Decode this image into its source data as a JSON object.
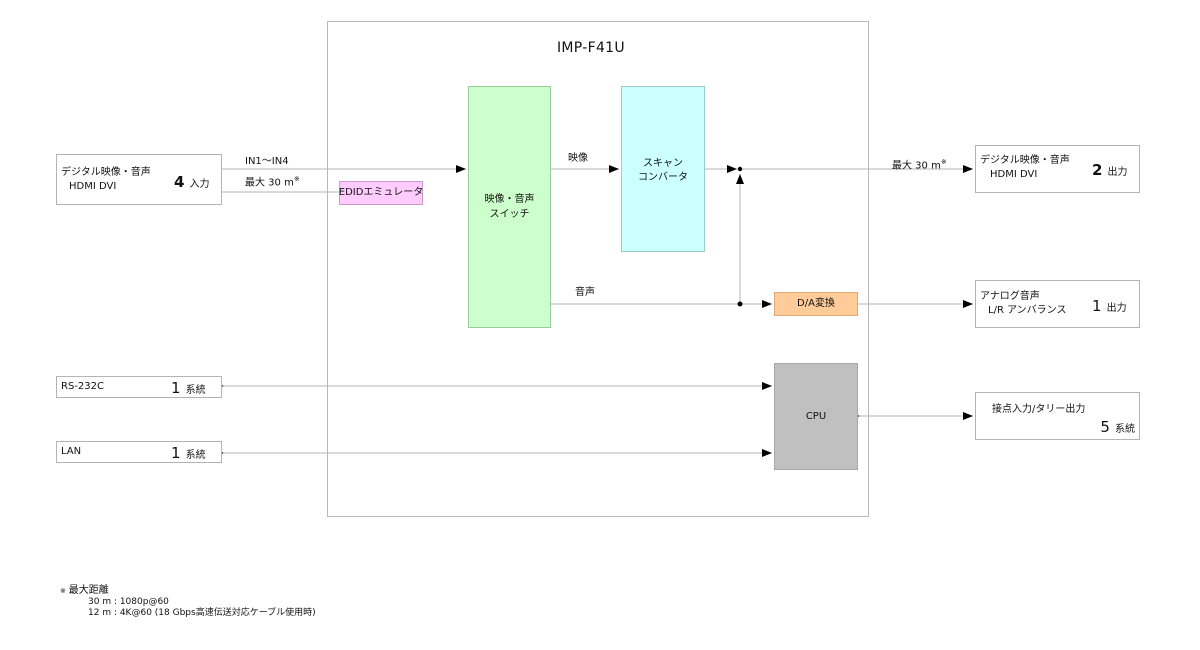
{
  "device": {
    "title": "IMP-F41U"
  },
  "inputs": {
    "hdmi_in": {
      "line1": "デジタル映像・音声",
      "line2": "HDMI  DVI",
      "count": "4",
      "unit": "入力"
    },
    "rs232c": {
      "name": "RS-232C",
      "count": "1",
      "unit": "系統"
    },
    "lan": {
      "name": "LAN",
      "count": "1",
      "unit": "系統"
    }
  },
  "outputs": {
    "hdmi_out": {
      "line1": "デジタル映像・音声",
      "line2": "HDMI  DVI",
      "count": "2",
      "unit": "出力"
    },
    "analog_audio": {
      "line1": "アナログ音声",
      "line2": "L/R アンバランス",
      "count": "1",
      "unit": "出力"
    },
    "contact": {
      "line1": "接点入力/タリー出力",
      "count": "5",
      "unit": "系統"
    }
  },
  "blocks": {
    "switch": {
      "line1": "映像・音声",
      "line2": "スイッチ"
    },
    "scan_converter": {
      "line1": "スキャン",
      "line2": "コンバータ"
    },
    "edid": {
      "label": "EDIDエミュレータ"
    },
    "da": {
      "label": "D/A変換"
    },
    "cpu": {
      "label": "CPU"
    }
  },
  "signals": {
    "in_range": "IN1～IN4",
    "in_distance": "最大 30 m",
    "out_distance": "最大 30 m",
    "note_mark": "※",
    "video": "映像",
    "audio": "音声"
  },
  "footnote": {
    "mark": "※",
    "title": "最大距離",
    "lines": [
      "30 m : 1080p@60",
      "12 m : 4K@60 (18 Gbps高速伝送対応ケーブル使用時)"
    ]
  }
}
